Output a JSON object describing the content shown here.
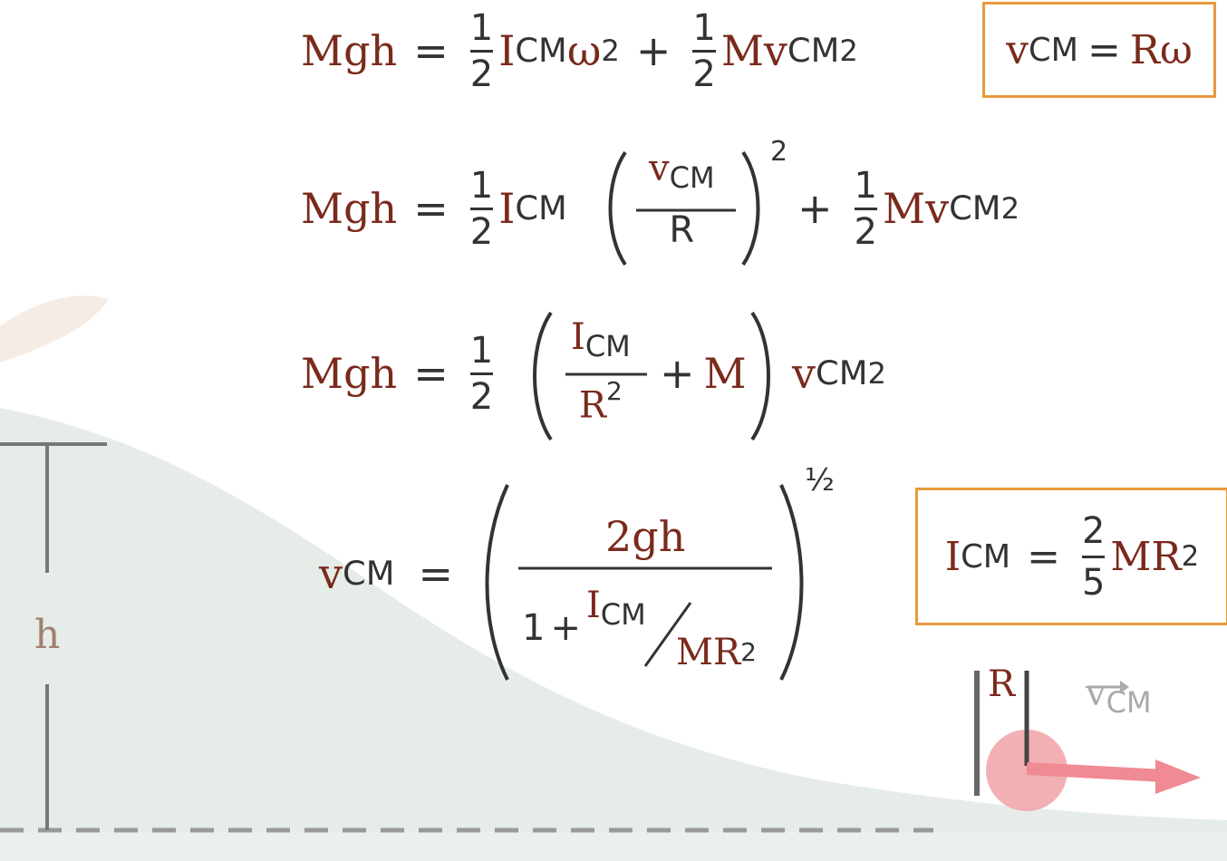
{
  "equations": {
    "line1": {
      "lhs": "Mgh",
      "eq": "=",
      "half": "1",
      "two": "2",
      "I": "I",
      "cm": "CM",
      "omega": "ω",
      "sq": "2",
      "plus": "+",
      "M": "M",
      "v": "v",
      "cm2": "CM",
      "sq2": "2"
    },
    "line2": {
      "lhs": "Mgh",
      "eq": "=",
      "half": "1",
      "two": "2",
      "I": "I",
      "cm": "CM",
      "v": "v",
      "cm_v": "CM",
      "R": "R",
      "sq": "2",
      "plus": "+",
      "half2": "1",
      "two2": "2",
      "M": "M",
      "v2": "v",
      "cm2": "CM",
      "sq2": "2"
    },
    "line3": {
      "lhs": "Mgh",
      "eq": "=",
      "half": "1",
      "two": "2",
      "I": "I",
      "cm": "CM",
      "R": "R",
      "sq": "2",
      "plus": "+",
      "M": "M",
      "v": "v",
      "cm2": "CM",
      "sq2": "2"
    },
    "line4": {
      "lhs_v": "v",
      "lhs_cm": "CM",
      "eq": "=",
      "num": "2gh",
      "one": "1",
      "plus": "+",
      "I": "I",
      "cm": "CM",
      "slash": "/",
      "mr": "MR",
      "sq": "2",
      "exp": "½"
    }
  },
  "boxes": {
    "vcm_box": {
      "v": "v",
      "cm": "CM",
      "eq": "=",
      "rhs": "Rω"
    },
    "icm_box": {
      "I": "I",
      "cm": "CM",
      "eq": "=",
      "num": "2",
      "den": "5",
      "rhs": "MR",
      "sq": "2"
    }
  },
  "diagram": {
    "height_label": "h",
    "radius_label": "R",
    "velocity_label_v": "v",
    "velocity_label_cm": "CM",
    "colors": {
      "ramp": "#e8eeea",
      "box_border": "#e79a3d",
      "ball": "#f0a0a8",
      "arrow": "#f08a94",
      "dashed": "#999999"
    }
  }
}
